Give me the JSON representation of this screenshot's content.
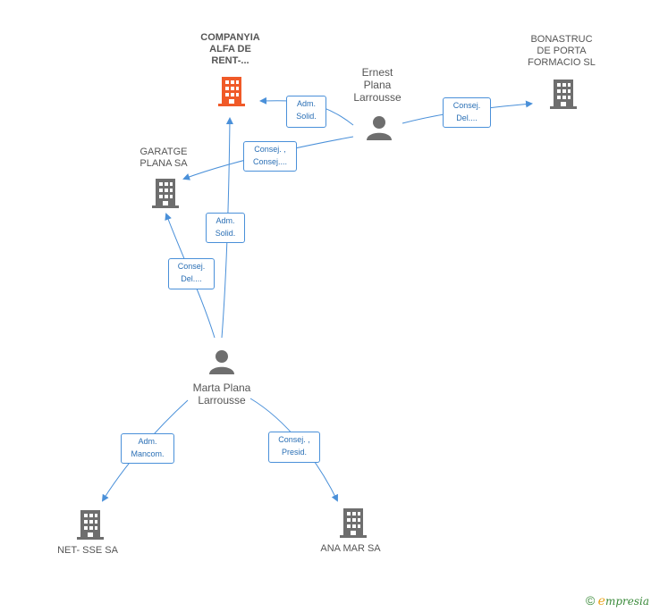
{
  "nodes": {
    "companyia": {
      "label": "COMPANYIA\nALFA DE\nRENT-...",
      "kind": "company",
      "highlight": true
    },
    "bonastruc": {
      "label": "BONASTRUC\nDE PORTA\nFORMACIO SL",
      "kind": "company"
    },
    "garatge": {
      "label": "GARATGE\nPLANA SA",
      "kind": "company"
    },
    "ernest": {
      "label": "Ernest\nPlana\nLarrousse",
      "kind": "person"
    },
    "marta": {
      "label": "Marta Plana\nLarrousse",
      "kind": "person"
    },
    "netsse": {
      "label": "NET- SSE SA",
      "kind": "company"
    },
    "anamar": {
      "label": "ANA MAR SA",
      "kind": "company"
    }
  },
  "edges": {
    "ernest_companyia": {
      "line1": "Adm.",
      "line2": "Solid."
    },
    "ernest_bonastruc": {
      "line1": "Consej.",
      "line2": "Del...."
    },
    "ernest_garatge": {
      "line1": "Consej. ,",
      "line2": "Consej...."
    },
    "marta_companyia": {
      "line1": "Adm.",
      "line2": "Solid."
    },
    "marta_garatge": {
      "line1": "Consej.",
      "line2": "Del...."
    },
    "marta_netsse": {
      "line1": "Adm.",
      "line2": "Mancom."
    },
    "marta_anamar": {
      "line1": "Consej. ,",
      "line2": "Presid."
    }
  },
  "colors": {
    "edge": "#4a90d9",
    "company": "#6e6e6e",
    "highlight": "#f05a28",
    "person": "#6e6e6e"
  },
  "footer": {
    "copyright": "©",
    "brand_initial": "e",
    "brand_rest": "mpresia"
  }
}
